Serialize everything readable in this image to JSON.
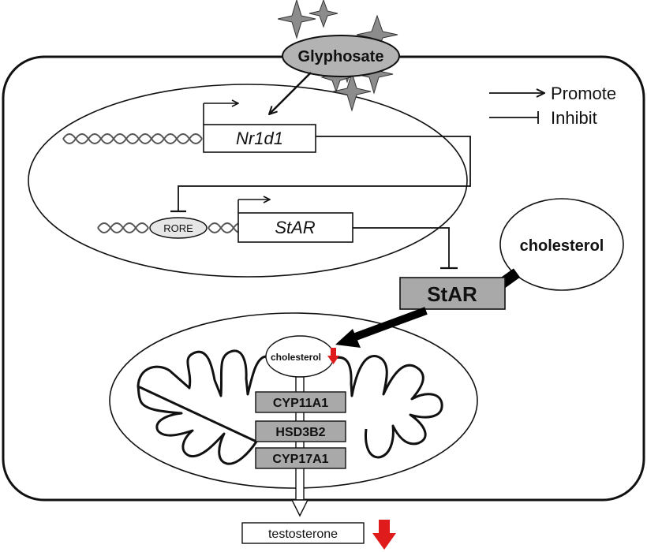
{
  "diagram": {
    "glyphosate": "Glyphosate",
    "gene_nr1d1": "Nr1d1",
    "gene_star": "StAR",
    "rore": "RORE",
    "star_protein": "StAR",
    "cholesterol_outside": "cholesterol",
    "cholesterol_mito": "cholesterol",
    "enzymes": [
      "CYP11A1",
      "HSD3B2",
      "CYP17A1"
    ],
    "product": "testosterone",
    "legend": {
      "promote": "Promote",
      "inhibit": "Inhibit"
    }
  },
  "colors": {
    "stroke": "#111111",
    "protein_fill": "#a9a9a9",
    "oval_fill": "#ffffff",
    "star_fill": "#8c8c8c",
    "glyphosate_fill": "#b3b3b3",
    "decrease_arrow": "#e01b1b"
  },
  "icons": {
    "decrease": "red-down-arrow-icon",
    "toxicant": "star-burst-icon",
    "dna": "dna-helix-icon"
  }
}
